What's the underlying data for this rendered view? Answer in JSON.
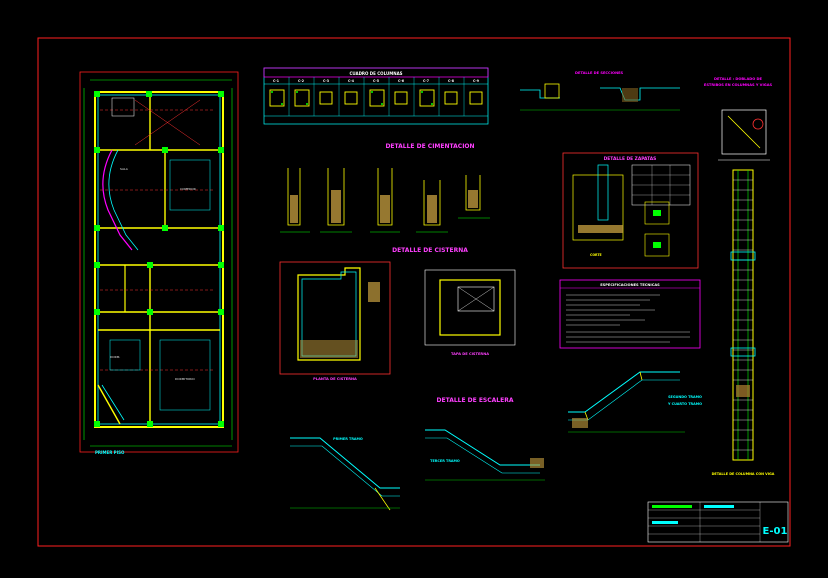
{
  "sheet": {
    "frame_color": "#ff2020",
    "background": "#000000"
  },
  "titles": {
    "cuadro_columnas": "CUADRO DE COLUMNAS",
    "detalle_secciones": "DETALLE DE SECCIONES",
    "detalle_doblado": "DETALLE : DOBLADO DE",
    "detalle_doblado_2": "ESTRIBOS EN COLUMNAS Y VIGAS",
    "cimentacion": "DETALLE DE CIMENTACION",
    "zapatas": "DETALLE DE ZAPATAS",
    "cisterna": "DETALLE DE CISTERNA",
    "especificaciones": "ESPECIFICACIONES TECNICAS",
    "escalera": "DETALLE DE ESCALERA",
    "primer_piso": "PRIMER PISO",
    "planta_cisterna": "PLANTA DE CISTERNA",
    "tapa_cisterna": "TAPA DE CISTERNA",
    "primer_tramo": "PRIMER TRAMO",
    "segundo_tramo": "SEGUNDO TRAMO",
    "cuarto_tramo": "Y CUARTO TRAMO",
    "tercer_tramo": "TERCER TRAMO",
    "corte": "CORTE",
    "detalle_columna": "DETALLE DE COLUMNA CON VIGA"
  },
  "column_table": {
    "headers": [
      "C-1",
      "C-2",
      "C-3",
      "C-4",
      "C-5",
      "C-6",
      "C-7",
      "C-8",
      "C-9"
    ]
  },
  "title_block": {
    "sheet_code": "E-01"
  }
}
